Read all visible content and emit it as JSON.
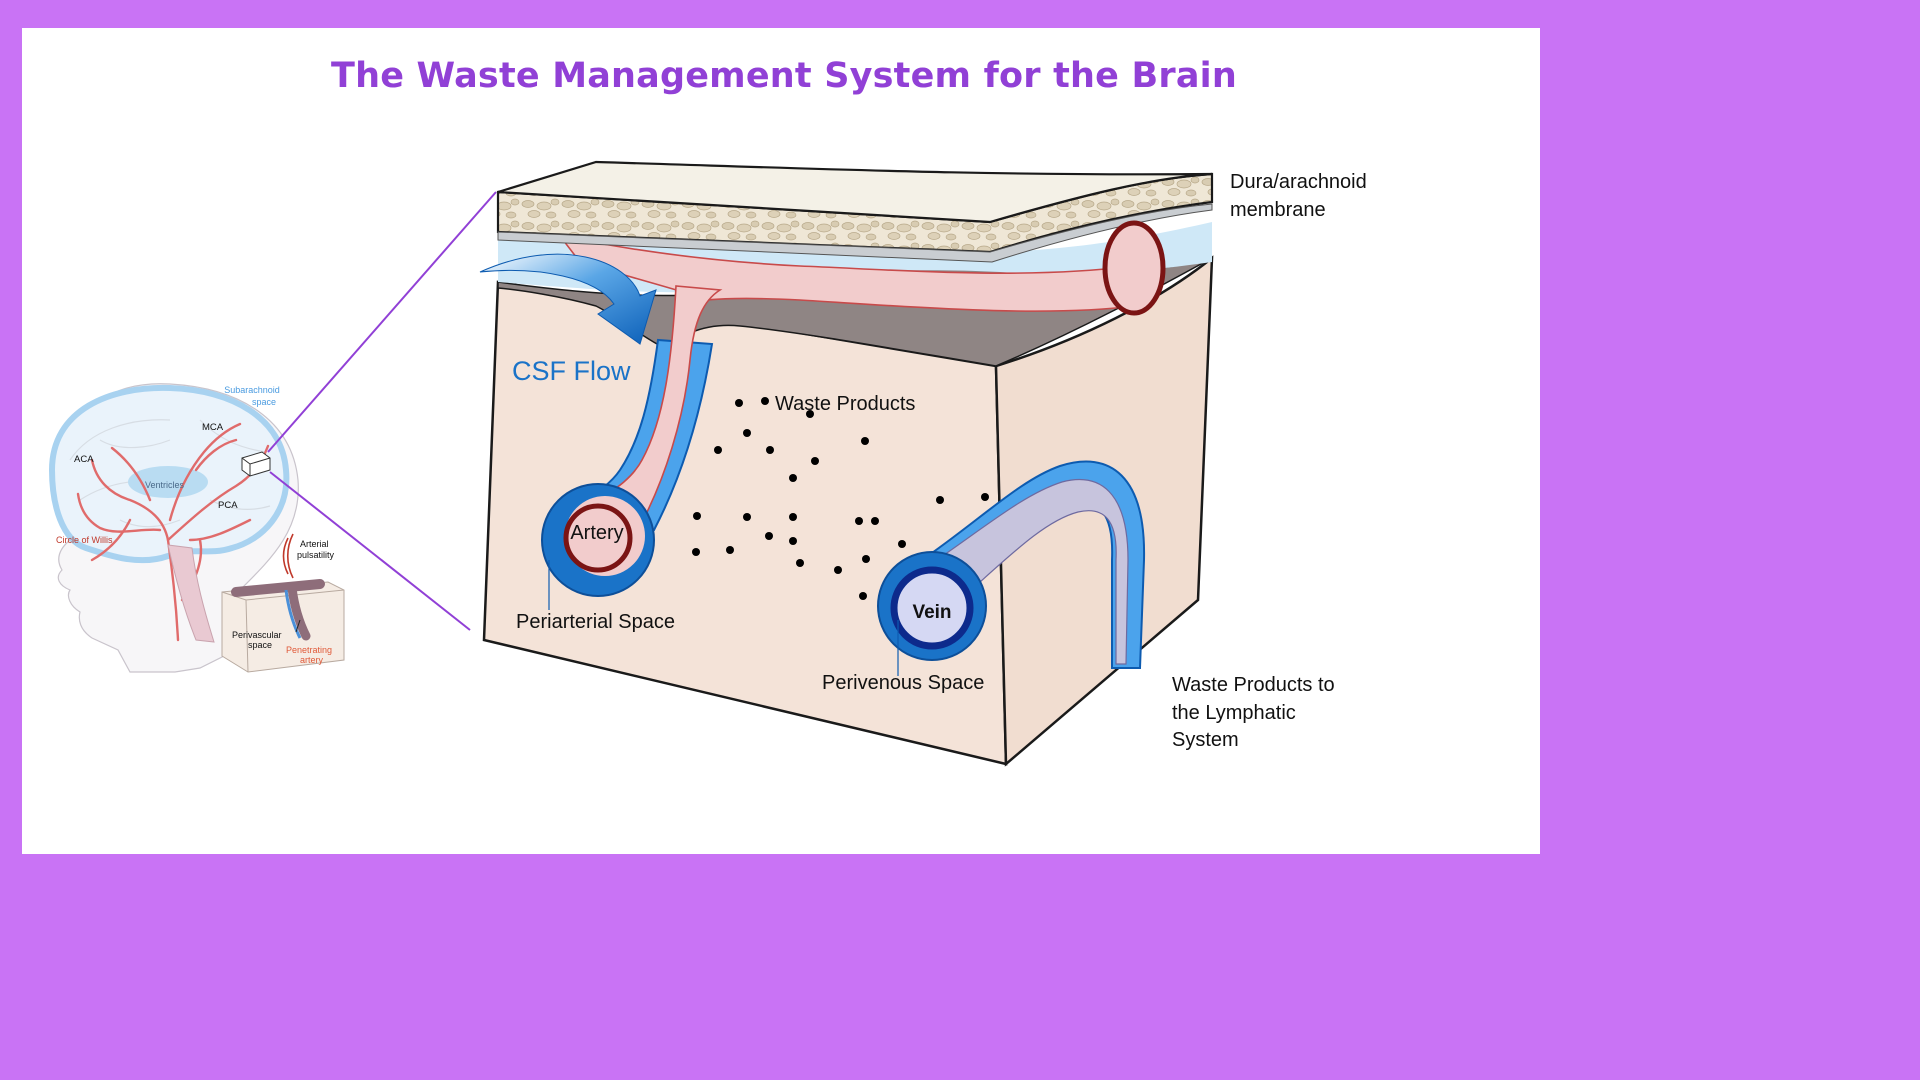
{
  "title": "The Waste Management System for the Brain",
  "colors": {
    "border": "#c973f5",
    "title": "#9140d6",
    "csf": "#1a73c8",
    "artery": "#7b1414",
    "vein": "#0d2a8c",
    "tissue": "#f4e3d8",
    "particles": "#000000"
  },
  "labels": {
    "dura": [
      "Dura/arachnoid",
      "membrane"
    ],
    "csf_flow": "CSF Flow",
    "waste_products": "Waste Products",
    "artery": "Artery",
    "periarterial": "Periarterial Space",
    "vein": "Vein",
    "perivenous": "Perivenous Space",
    "lymphatic": [
      "Waste Products to",
      "the Lymphatic",
      "System"
    ]
  },
  "inset": {
    "subarachnoid": [
      "Subarachnoid",
      "space"
    ],
    "mca": "MCA",
    "aca": "ACA",
    "ventricles": "Ventricles",
    "pca": "PCA",
    "circle_of_willis": "Circle of Willis",
    "arterial_pulsatility": [
      "Arterial",
      "pulsatility"
    ],
    "perivascular": [
      "Perivascular",
      "space"
    ],
    "penetrating": [
      "Penetrating",
      "artery"
    ]
  }
}
